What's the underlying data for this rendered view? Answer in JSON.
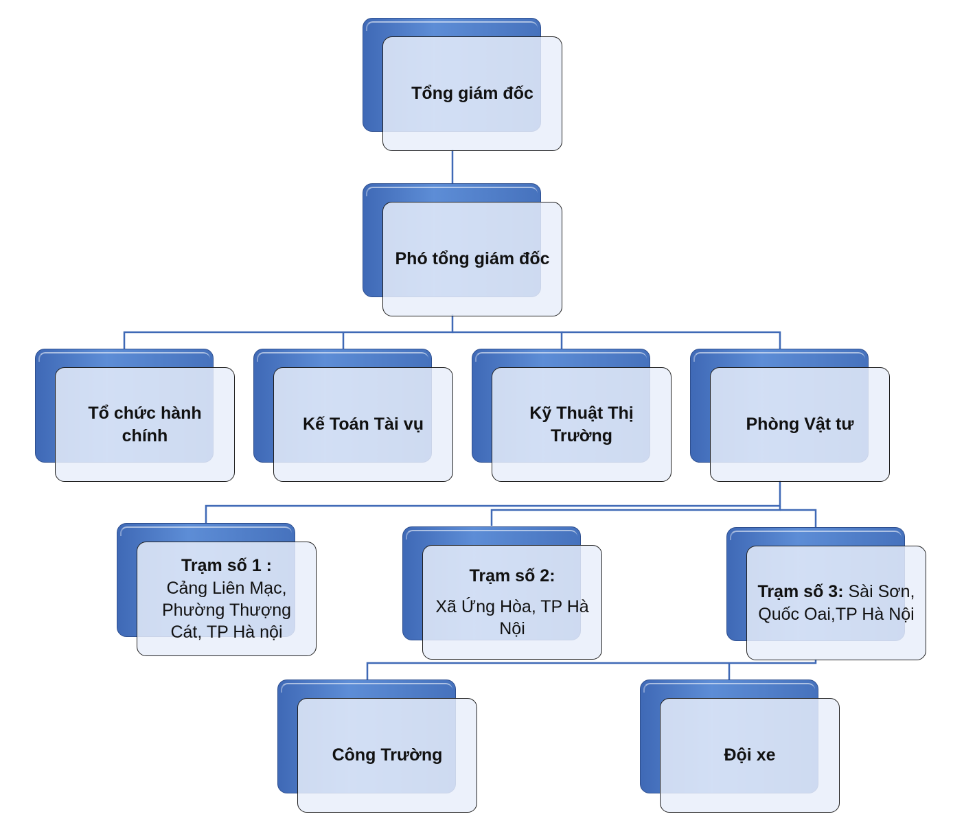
{
  "org_chart": {
    "ceo": "Tổng giám đốc",
    "deputy": "Phó tổng giám đốc",
    "departments": [
      "Tổ chức hành chính",
      "Kế Toán Tài vụ",
      "Kỹ Thuật Thị Trường",
      "Phòng Vật tư"
    ],
    "station1": {
      "title": "Trạm số 1 :",
      "address": "Cảng Liên Mạc, Phường Thượng Cát, TP Hà nội"
    },
    "station2": {
      "title": "Trạm số 2:",
      "address": "Xã Ứng Hòa, TP Hà Nội"
    },
    "station3": {
      "title": "Trạm số 3:",
      "address": "Sài Sơn, Quốc Oai,TP Hà Nội"
    },
    "site": "Công Trường",
    "fleet": "Đội xe"
  },
  "colors": {
    "box_back": "#4a78c2",
    "box_front": "#e8eefa",
    "connector": "#3f69b6"
  }
}
